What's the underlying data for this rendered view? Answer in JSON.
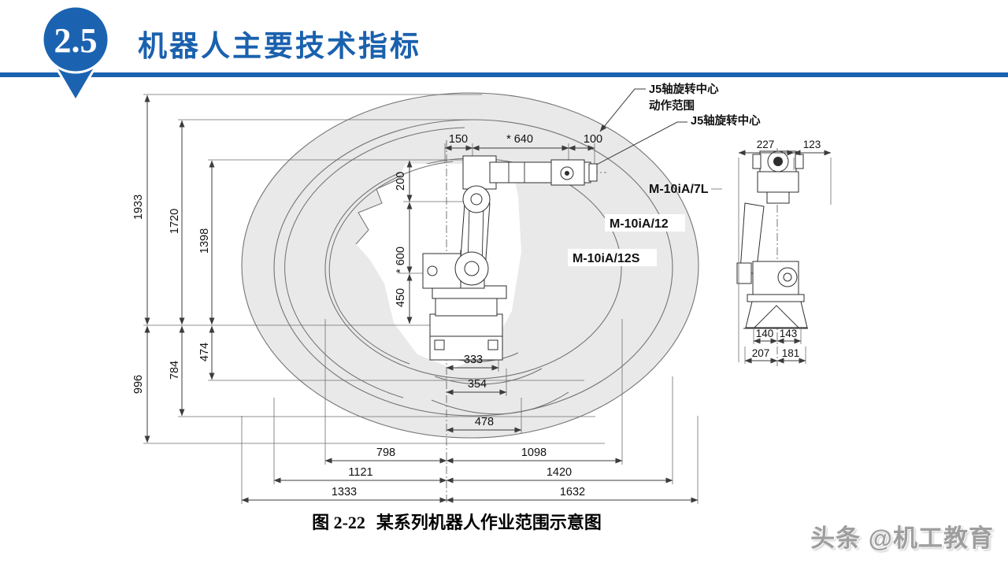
{
  "header": {
    "section_no": "2.5",
    "title": "机器人主要技术指标"
  },
  "figure": {
    "caption_no": "图 2-22",
    "caption_text": "某系列机器人作业范围示意图",
    "labels": {
      "j5_range_line1": "J5轴旋转中心",
      "j5_range_line2": "动作范围",
      "j5_center": "J5轴旋转中心",
      "model_7l": "M-10iA/7L",
      "model_12": "M-10iA/12",
      "model_12s": "M-10iA/12S"
    },
    "dims": {
      "d1933": "1933",
      "d1720": "1720",
      "d1398": "1398",
      "d474": "474",
      "d784": "784",
      "d996": "996",
      "d150": "150",
      "d640": "* 640",
      "d100": "100",
      "d200": "200",
      "d600": "* 600",
      "d450": "450",
      "d333": "333",
      "d354": "354",
      "d478": "478",
      "d798": "798",
      "d1098": "1098",
      "d1121": "1121",
      "d1420": "1420",
      "d1333": "1333",
      "d1632": "1632"
    },
    "side_dims": {
      "d227": "227",
      "d123": "123",
      "d140": "140",
      "d143": "143",
      "d207": "207",
      "d181": "181"
    }
  },
  "watermark": {
    "text": "头条 @机工教育"
  },
  "colors": {
    "accent_blue": "#1b63b0",
    "envelope_fill": "#e9e9e9",
    "line_gray": "#3c3c3c",
    "watermark_gray": "#9e9e9e"
  }
}
